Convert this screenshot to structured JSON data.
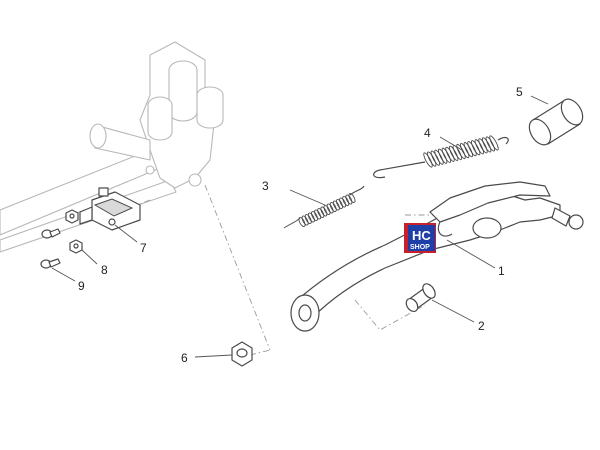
{
  "callouts": [
    {
      "id": "1",
      "text": "1"
    },
    {
      "id": "2",
      "text": "2"
    },
    {
      "id": "3",
      "text": "3"
    },
    {
      "id": "4",
      "text": "4"
    },
    {
      "id": "5",
      "text": "5"
    },
    {
      "id": "6",
      "text": "6"
    },
    {
      "id": "7",
      "text": "7"
    },
    {
      "id": "8",
      "text": "8"
    },
    {
      "id": "9",
      "text": "9"
    }
  ],
  "logo": {
    "line1": "HC",
    "line2": "SHOP"
  },
  "colors": {
    "logo_blue": "#1f3fa8",
    "logo_red": "#c8202a",
    "line": "#4a4a4a",
    "frame": "#b8b8b8"
  },
  "icons": {
    "logo": "hc-shop-logo"
  }
}
